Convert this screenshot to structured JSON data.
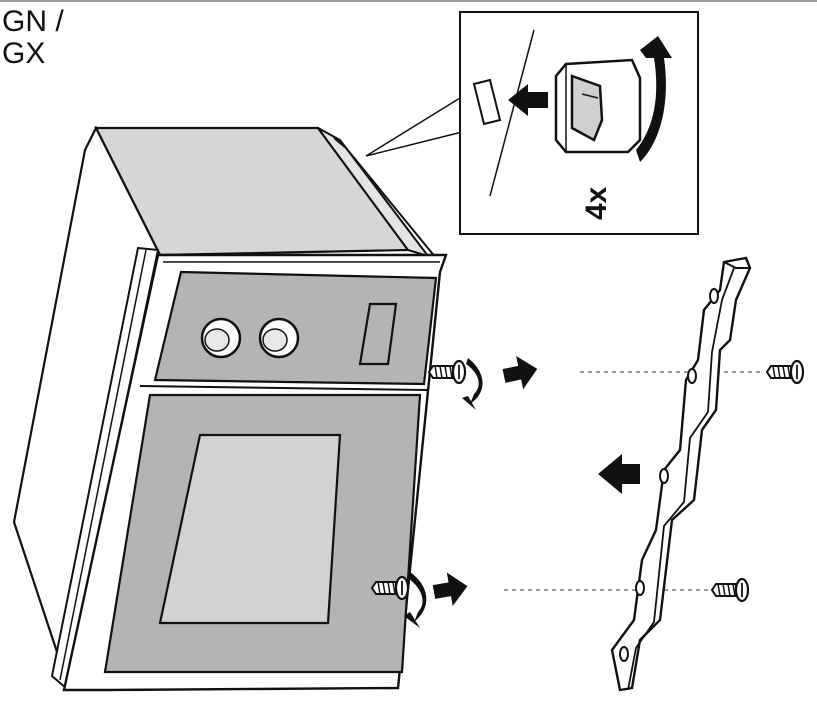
{
  "header": {
    "model_line_1": "GN /",
    "model_line_2": "GX"
  },
  "detail_inset": {
    "repeat_count": "4x"
  },
  "colors": {
    "line": "#111111",
    "panel_gray": "#b4b4b4",
    "top_gray": "#d6d6d6",
    "window_gray": "#d2d2d2",
    "white": "#ffffff"
  },
  "icons": [
    "screw-icon",
    "rotate-arrow-icon",
    "push-arrow-icon"
  ]
}
